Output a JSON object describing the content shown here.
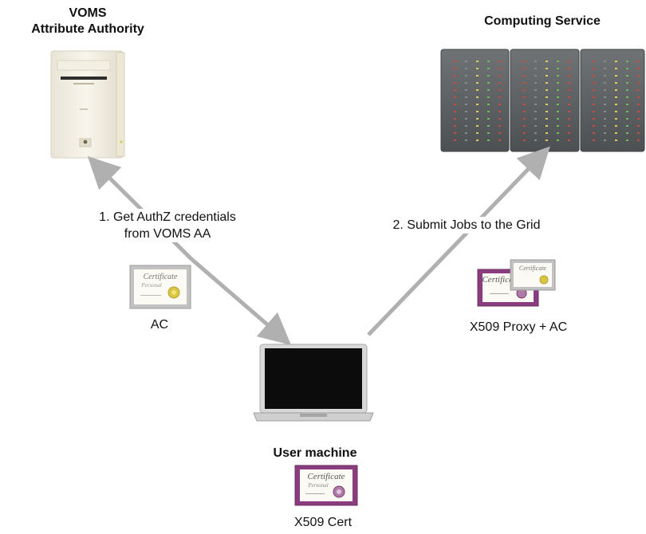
{
  "voms": {
    "title_line1": "VOMS",
    "title_line2": "Attribute Authority"
  },
  "computing": {
    "title": "Computing Service"
  },
  "step1": {
    "line1": "1. Get AuthZ credentials",
    "line2": "from VOMS AA"
  },
  "step2": {
    "label": "2. Submit Jobs to the Grid"
  },
  "certificates": {
    "ac": "AC",
    "proxy": "X509 Proxy + AC",
    "user": "X509 Cert",
    "cert_word": "Certificate",
    "cert_sub": "Personal"
  },
  "user": {
    "title": "User machine"
  },
  "colors": {
    "arrow": "#b0b0b0",
    "cert_purple": "#8a3d7e",
    "cert_grey": "#b9b9b9",
    "rack": "#5b5e60"
  }
}
